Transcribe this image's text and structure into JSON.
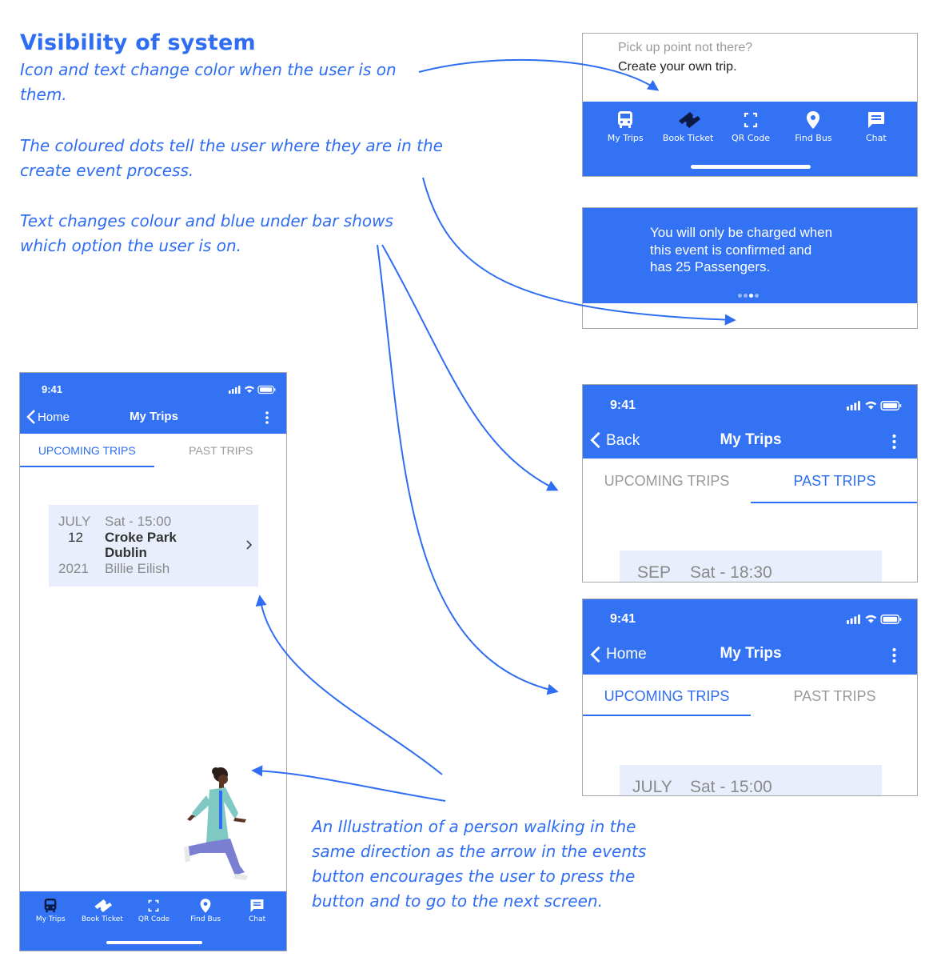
{
  "heading": "Visibility of system",
  "notes": {
    "n1_l1": "Icon and text change color when the user is on",
    "n1_l2": "them.",
    "n2_l1": "The coloured dots tell the user where they are in the",
    "n2_l2": "create event process.",
    "n3_l1": "Text changes colour and blue under bar shows",
    "n3_l2": "which option the user is on.",
    "n4_l1": "An Illustration of a person walking in the",
    "n4_l2": "same direction as the arrow in the events",
    "n4_l3": "button encourages the user to press the",
    "n4_l4": "button and to go to the next screen."
  },
  "panel_pickup": {
    "line1": "Pick up point not there?",
    "line2": "Create your own trip."
  },
  "tabbar": {
    "items": [
      {
        "label": "My Trips",
        "icon": "bus-icon"
      },
      {
        "label": "Book Ticket",
        "icon": "ticket-icon"
      },
      {
        "label": "QR Code",
        "icon": "qr-scan-icon"
      },
      {
        "label": "Find Bus",
        "icon": "location-pin-icon"
      },
      {
        "label": "Chat",
        "icon": "chat-icon"
      }
    ]
  },
  "panel_charge": {
    "line1": "You will only be charged when",
    "line2": "this event is confirmed and",
    "line3": "has 25 Passengers.",
    "dots_total": 4,
    "dots_active": 3
  },
  "main_phone": {
    "time": "9:41",
    "back_label": "Home",
    "title": "My Trips",
    "tab_upcoming": "UPCOMING TRIPS",
    "tab_past": "PAST TRIPS",
    "trip": {
      "month": "JULY",
      "day": "12",
      "year": "2021",
      "time": "Sat - 15:00",
      "venue_l1": "Croke Park",
      "venue_l2": "Dublin",
      "artist": "Billie Eilish"
    }
  },
  "past_phone": {
    "time": "9:41",
    "back_label": "Back",
    "title": "My Trips",
    "tab_upcoming": "UPCOMING TRIPS",
    "tab_past": "PAST TRIPS",
    "trip_month": "SEP",
    "trip_time": "Sat - 18:30"
  },
  "upcoming_phone": {
    "time": "9:41",
    "back_label": "Home",
    "title": "My Trips",
    "tab_upcoming": "UPCOMING TRIPS",
    "tab_past": "PAST TRIPS",
    "trip_month": "JULY",
    "trip_time": "Sat - 15:00"
  },
  "colors": {
    "accent": "#2f6df2",
    "bar": "#3272f3",
    "card": "#e8eefb"
  }
}
